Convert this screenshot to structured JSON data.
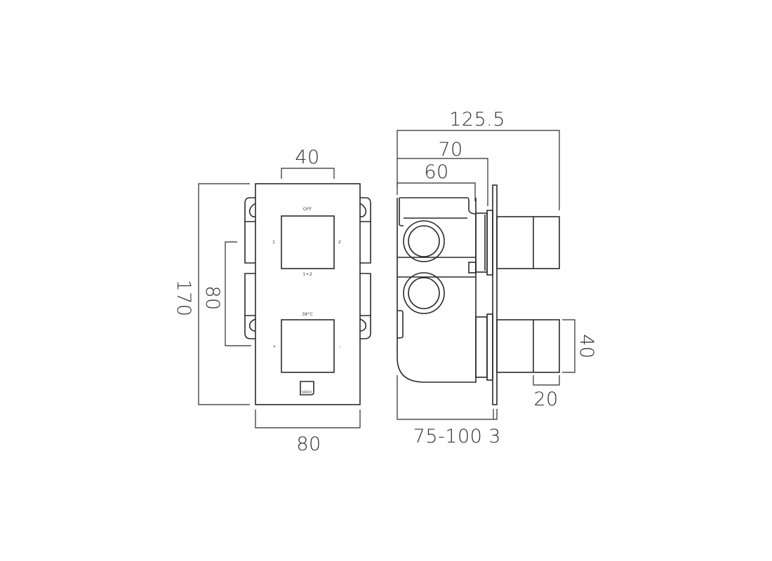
{
  "drawing": {
    "front_view": {
      "dimensions": {
        "top_width": "40",
        "bottom_width": "80",
        "overall_height": "170",
        "handle_spacing": "80"
      },
      "upper_control": {
        "top_label": "OFF",
        "left_label": "1",
        "right_label": "2",
        "bottom_label": "1+2"
      },
      "lower_control": {
        "top_label": "38°C",
        "left_label": "+",
        "right_label": "-"
      },
      "logo_text": "VADO"
    },
    "side_view": {
      "dimensions": {
        "overall_depth": "125.5",
        "depth_70": "70",
        "depth_60": "60",
        "wall_depth": "75-100",
        "plate_thickness": "3",
        "handle_height": "40",
        "handle_length": "20"
      }
    }
  }
}
